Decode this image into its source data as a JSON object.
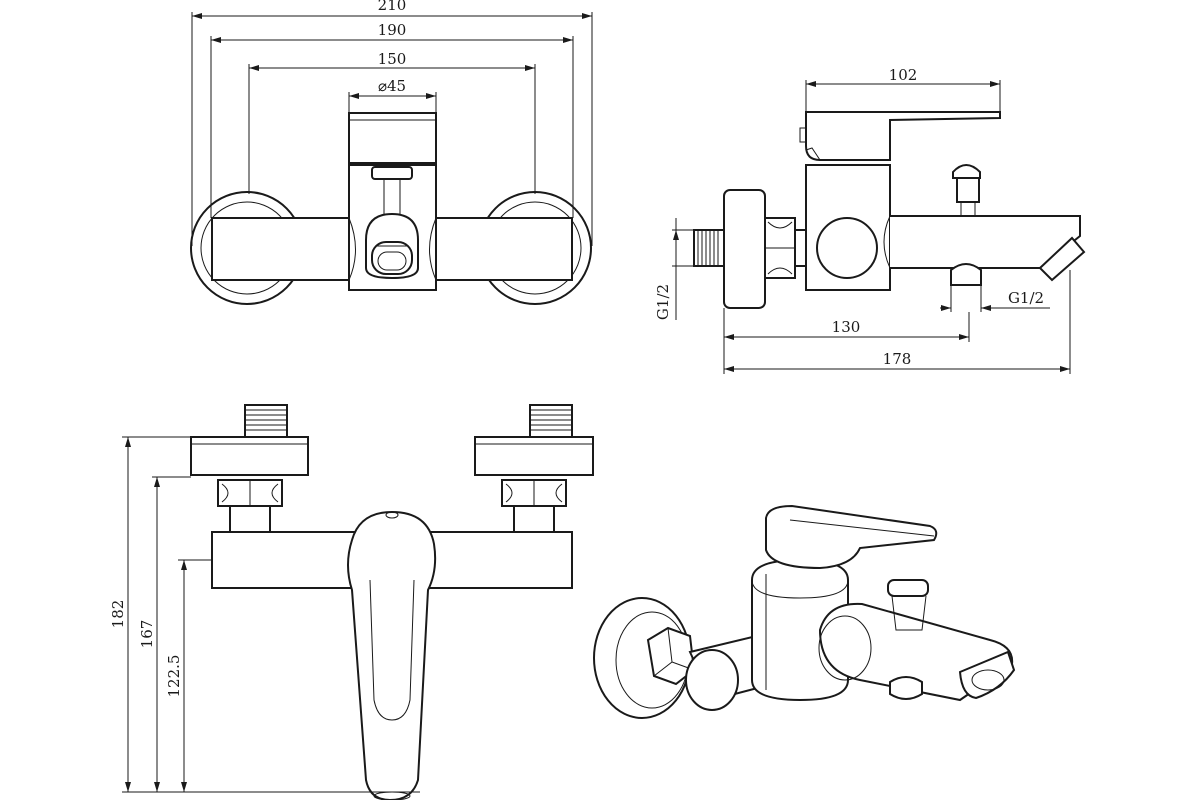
{
  "colors": {
    "line": "#1a1a1a",
    "background": "#ffffff"
  },
  "dimensions": {
    "front_overall_width": "210",
    "front_mount_width": "190",
    "front_eccentric_width": "150",
    "front_cartridge_diameter": "⌀45",
    "side_lever_length": "102",
    "side_inlet_thread": "G1/2",
    "side_outlet_thread": "G1/2",
    "side_to_diverter": "130",
    "side_overall_depth": "178",
    "height_overall": "182",
    "height_to_body": "167",
    "height_to_spout_axis": "122.5"
  }
}
